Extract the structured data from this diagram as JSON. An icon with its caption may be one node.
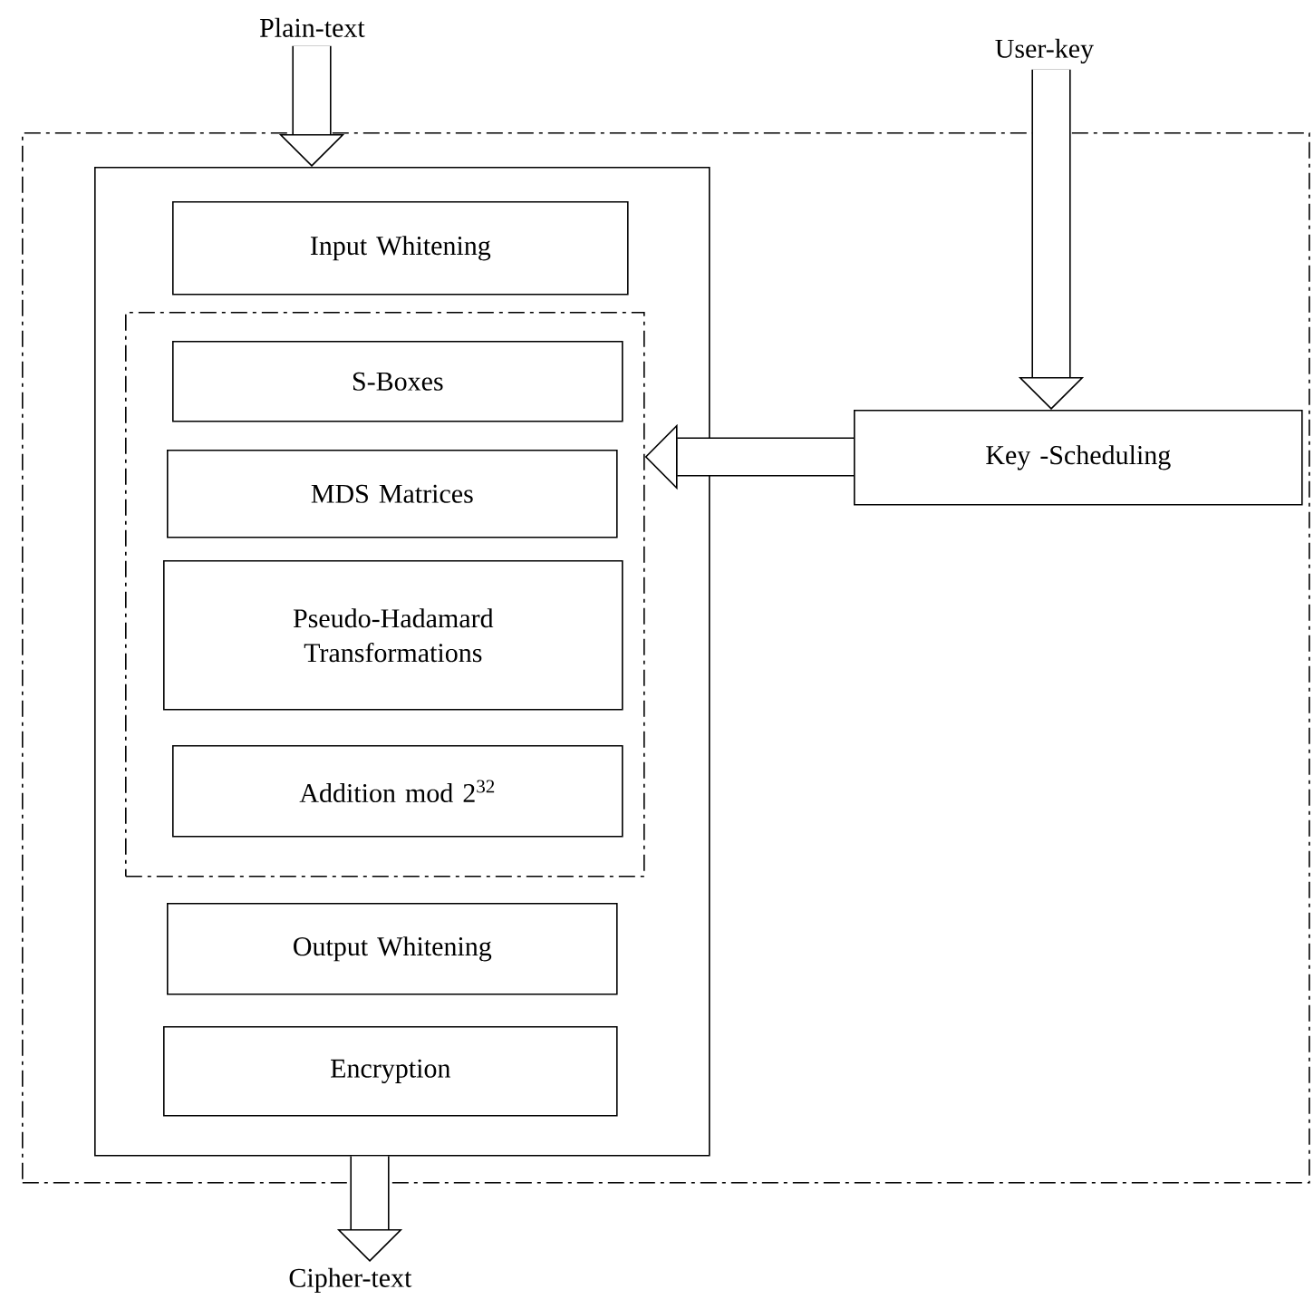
{
  "diagram": {
    "nodes": [
      {
        "text": [
          "Plain-text"
        ]
      },
      {
        "text": [
          "User-key"
        ]
      },
      {
        "text": [],
        "shape": "box"
      },
      {
        "text": [],
        "shape": "box",
        "in": 2
      },
      {
        "text": [
          "Input Whitening"
        ],
        "in": 3
      },
      {
        "text": [],
        "shape": "box",
        "in": 3
      },
      {
        "text": [
          "S-Boxes"
        ],
        "in": 5
      },
      {
        "text": [
          "MDS Matrices"
        ],
        "in": 5
      },
      {
        "text": [
          "Pseudo-Hadamard Transformations"
        ],
        "in": 5
      },
      {
        "text": [
          "Addition mod 2$^{32}$"
        ],
        "in": 5
      },
      {
        "text": [
          "Output Whitening"
        ],
        "in": 3
      },
      {
        "text": [
          "Encryption"
        ],
        "in": 3
      },
      {
        "text": [
          "Key -Scheduling"
        ],
        "in": 2
      },
      {
        "text": [
          "Cipher-text"
        ]
      }
    ],
    "edges": [
      {
        "from": 0,
        "to": 3,
        "arrow": "to"
      },
      {
        "from": 1,
        "to": 12,
        "arrow": "to"
      },
      {
        "from": 12,
        "to": 5,
        "arrow": "to"
      },
      {
        "from": 3,
        "to": 13,
        "arrow": "to"
      }
    ]
  }
}
